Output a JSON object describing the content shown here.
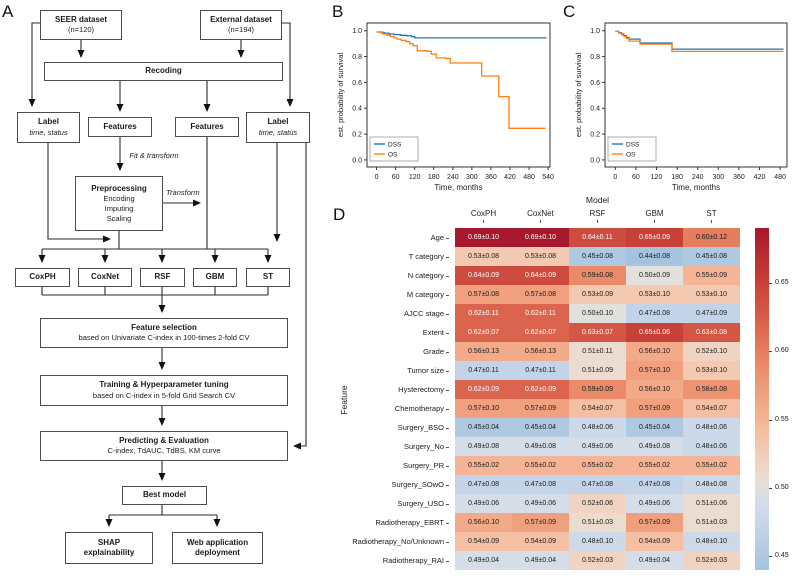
{
  "figure": {
    "panels": [
      "A",
      "B",
      "C",
      "D"
    ]
  },
  "colors": {
    "km_dss_blue": "#1f77b4",
    "km_os_orange": "#ff7f0e",
    "axis": "#333333",
    "heatmap_colormap_stops": [
      {
        "v": 0.44,
        "c": "#a3c3de"
      },
      {
        "v": 0.47,
        "c": "#c3d4e8"
      },
      {
        "v": 0.49,
        "c": "#d5dde8"
      },
      {
        "v": 0.5,
        "c": "#e2e0dc"
      },
      {
        "v": 0.51,
        "c": "#ecdcd0"
      },
      {
        "v": 0.53,
        "c": "#f3c9b1"
      },
      {
        "v": 0.55,
        "c": "#f4b495"
      },
      {
        "v": 0.57,
        "c": "#f0a07e"
      },
      {
        "v": 0.59,
        "c": "#ea8a68"
      },
      {
        "v": 0.61,
        "c": "#e07055"
      },
      {
        "v": 0.63,
        "c": "#d45746"
      },
      {
        "v": 0.65,
        "c": "#c84138"
      },
      {
        "v": 0.67,
        "c": "#ba2b31"
      },
      {
        "v": 0.69,
        "c": "#a6182b"
      }
    ],
    "white_text_threshold": 0.615
  },
  "flowchart": {
    "nodes": {
      "seer": {
        "title": "SEER dataset",
        "subtitle": "(n=120)"
      },
      "external": {
        "title": "External dataset",
        "subtitle": "(n=194)"
      },
      "recoding": {
        "title": "Recoding"
      },
      "label_left": {
        "title": "Label",
        "subtitle": "time, status"
      },
      "features_left": {
        "title": "Features"
      },
      "features_right": {
        "title": "Features"
      },
      "label_right": {
        "title": "Label",
        "subtitle": "time, status"
      },
      "preprocessing": {
        "title": "Preprocessing",
        "lines": [
          "Encoding",
          "Imputing",
          "Scaling"
        ]
      },
      "coxph": {
        "title": "CoxPH"
      },
      "coxnet": {
        "title": "CoxNet"
      },
      "rsf": {
        "title": "RSF"
      },
      "gbm": {
        "title": "GBM"
      },
      "st": {
        "title": "ST"
      },
      "feature_selection": {
        "title": "Feature selection",
        "subtitle": "based on Univariate C-index in 100-times 2-fold CV"
      },
      "training": {
        "title": "Training & Hyperparameter tuning",
        "subtitle": "based on C-index in 5-fold Grid Search CV"
      },
      "predicting": {
        "title": "Predicting & Evaluation",
        "subtitle": "C-index, TdAUC, TdBS, KM curve"
      },
      "best_model": {
        "title": "Best model"
      },
      "shap": {
        "title": "SHAP explainability"
      },
      "web": {
        "title": "Web application deployment"
      }
    },
    "edge_labels": {
      "fit_transform": "Fit & transform",
      "transform": "Transform"
    }
  },
  "chart_data": [
    {
      "id": "panelB",
      "panel_label": "B",
      "type": "line",
      "subtype": "kaplan-meier-step",
      "xlabel": "Time, months",
      "ylabel": "est. probability of survival",
      "xlim": [
        -30,
        546
      ],
      "ylim": [
        -0.055,
        1.06
      ],
      "xticks": [
        0,
        60,
        120,
        180,
        240,
        300,
        360,
        420,
        480,
        540
      ],
      "ytick_labels": [
        "0.0",
        "0.2",
        "0.4",
        "0.6",
        "0.8",
        "1.0"
      ],
      "legend_position": "lower left",
      "series": [
        {
          "name": "DSS",
          "color": "#1f77b4",
          "points": [
            [
              0,
              0.99
            ],
            [
              15,
              0.985
            ],
            [
              25,
              0.98
            ],
            [
              40,
              0.975
            ],
            [
              55,
              0.97
            ],
            [
              75,
              0.965
            ],
            [
              95,
              0.96
            ],
            [
              110,
              0.955
            ],
            [
              120,
              0.945
            ],
            [
              535,
              0.945
            ]
          ]
        },
        {
          "name": "OS",
          "color": "#ff7f0e",
          "points": [
            [
              0,
              0.99
            ],
            [
              20,
              0.975
            ],
            [
              33,
              0.965
            ],
            [
              44,
              0.955
            ],
            [
              54,
              0.945
            ],
            [
              64,
              0.935
            ],
            [
              78,
              0.925
            ],
            [
              93,
              0.915
            ],
            [
              104,
              0.9
            ],
            [
              115,
              0.885
            ],
            [
              128,
              0.845
            ],
            [
              160,
              0.84
            ],
            [
              172,
              0.82
            ],
            [
              188,
              0.79
            ],
            [
              218,
              0.785
            ],
            [
              232,
              0.75
            ],
            [
              331,
              0.65
            ],
            [
              385,
              0.49
            ],
            [
              417,
              0.245
            ],
            [
              532,
              0.245
            ]
          ]
        }
      ]
    },
    {
      "id": "panelC",
      "panel_label": "C",
      "type": "line",
      "subtype": "kaplan-meier-step",
      "xlabel": "Time, months",
      "ylabel": "est. probability of survival",
      "xlim": [
        -30,
        500
      ],
      "ylim": [
        -0.055,
        1.06
      ],
      "xticks": [
        0,
        60,
        120,
        180,
        240,
        300,
        360,
        420,
        480
      ],
      "ytick_labels": [
        "0.0",
        "0.2",
        "0.4",
        "0.6",
        "0.8",
        "1.0"
      ],
      "legend_position": "lower left",
      "series": [
        {
          "name": "DSS",
          "color": "#1f77b4",
          "points": [
            [
              0,
              0.995
            ],
            [
              10,
              0.985
            ],
            [
              18,
              0.975
            ],
            [
              25,
              0.962
            ],
            [
              32,
              0.948
            ],
            [
              40,
              0.935
            ],
            [
              72,
              0.905
            ],
            [
              165,
              0.858
            ],
            [
              490,
              0.858
            ]
          ]
        },
        {
          "name": "OS",
          "color": "#ff7f0e",
          "points": [
            [
              0,
              0.995
            ],
            [
              10,
              0.982
            ],
            [
              18,
              0.968
            ],
            [
              25,
              0.955
            ],
            [
              32,
              0.94
            ],
            [
              40,
              0.92
            ],
            [
              72,
              0.897
            ],
            [
              165,
              0.84
            ],
            [
              490,
              0.84
            ]
          ]
        }
      ]
    },
    {
      "id": "panelD",
      "panel_label": "D",
      "type": "heatmap",
      "title": "Model",
      "ylabel": "Feature",
      "columns": [
        "CoxPH",
        "CoxNet",
        "RSF",
        "GBM",
        "ST"
      ],
      "rows": [
        "Age",
        "T category",
        "N category",
        "M category",
        "AJCC stage",
        "Extent",
        "Grade",
        "Tumor size",
        "Hysterectomy",
        "Chemotherapy",
        "Surgery_BSO",
        "Surgery_No",
        "Surgery_PR",
        "Surgery_SOwO",
        "Surgery_USO",
        "Radiotherapy_EBRT",
        "Radiotherapy_No/Unknown",
        "Radiotherapy_RAI"
      ],
      "values": [
        [
          "0.69±0.10",
          "0.69±0.10",
          "0.64±0.11",
          "0.65±0.09",
          "0.60±0.12"
        ],
        [
          "0.53±0.08",
          "0.53±0.08",
          "0.45±0.08",
          "0.44±0.08",
          "0.45±0.08"
        ],
        [
          "0.64±0.09",
          "0.64±0.09",
          "0.59±0.08",
          "0.50±0.09",
          "0.55±0.09"
        ],
        [
          "0.57±0.08",
          "0.57±0.08",
          "0.53±0.09",
          "0.53±0.10",
          "0.53±0.10"
        ],
        [
          "0.62±0.11",
          "0.62±0.11",
          "0.50±0.10",
          "0.47±0.08",
          "0.47±0.09"
        ],
        [
          "0.62±0.07",
          "0.62±0.07",
          "0.63±0.07",
          "0.65±0.06",
          "0.63±0.08"
        ],
        [
          "0.56±0.13",
          "0.56±0.13",
          "0.51±0.11",
          "0.56±0.10",
          "0.52±0.10"
        ],
        [
          "0.47±0.11",
          "0.47±0.11",
          "0.51±0.09",
          "0.57±0.10",
          "0.53±0.10"
        ],
        [
          "0.62±0.09",
          "0.62±0.09",
          "0.59±0.09",
          "0.56±0.10",
          "0.58±0.08"
        ],
        [
          "0.57±0.10",
          "0.57±0.09",
          "0.54±0.07",
          "0.57±0.09",
          "0.54±0.07"
        ],
        [
          "0.45±0.04",
          "0.45±0.04",
          "0.48±0.06",
          "0.45±0.04",
          "0.48±0.06"
        ],
        [
          "0.49±0.08",
          "0.49±0.08",
          "0.49±0.06",
          "0.49±0.08",
          "0.48±0.06"
        ],
        [
          "0.55±0.02",
          "0.55±0.02",
          "0.55±0.02",
          "0.55±0.02",
          "0.55±0.02"
        ],
        [
          "0.47±0.08",
          "0.47±0.08",
          "0.47±0.08",
          "0.47±0.08",
          "0.48±0.08"
        ],
        [
          "0.49±0.06",
          "0.49±0.06",
          "0.52±0.06",
          "0.49±0.06",
          "0.51±0.06"
        ],
        [
          "0.56±0.10",
          "0.57±0.09",
          "0.51±0.03",
          "0.57±0.09",
          "0.51±0.03"
        ],
        [
          "0.54±0.09",
          "0.54±0.09",
          "0.48±0.10",
          "0.54±0.09",
          "0.48±0.10"
        ],
        [
          "0.49±0.04",
          "0.49±0.04",
          "0.52±0.03",
          "0.49±0.04",
          "0.52±0.03"
        ]
      ],
      "colorbar": {
        "vmin": 0.44,
        "vmax": 0.69,
        "ticks": [
          "0.65",
          "0.60",
          "0.55",
          "0.50",
          "0.45"
        ]
      }
    }
  ]
}
